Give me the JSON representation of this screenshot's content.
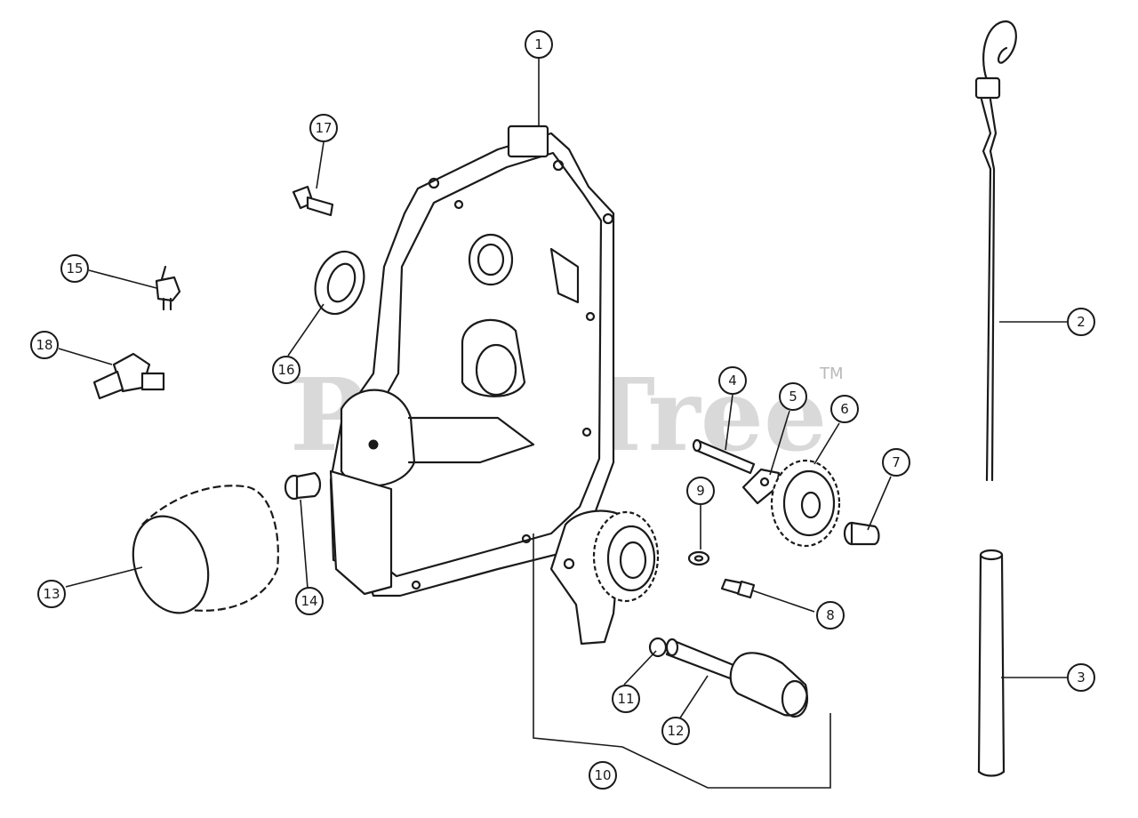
{
  "watermark": {
    "text": "PartsTree",
    "trademark": "TM",
    "color": "#b9b9b9"
  },
  "line_color": "#1a1a1a",
  "callouts": [
    {
      "id": "1",
      "label": "1"
    },
    {
      "id": "2",
      "label": "2"
    },
    {
      "id": "3",
      "label": "3"
    },
    {
      "id": "4",
      "label": "4"
    },
    {
      "id": "5",
      "label": "5"
    },
    {
      "id": "6",
      "label": "6"
    },
    {
      "id": "7",
      "label": "7"
    },
    {
      "id": "8",
      "label": "8"
    },
    {
      "id": "9",
      "label": "9"
    },
    {
      "id": "10",
      "label": "10"
    },
    {
      "id": "11",
      "label": "11"
    },
    {
      "id": "12",
      "label": "12"
    },
    {
      "id": "13",
      "label": "13"
    },
    {
      "id": "14",
      "label": "14"
    },
    {
      "id": "15",
      "label": "15"
    },
    {
      "id": "16",
      "label": "16"
    },
    {
      "id": "17",
      "label": "17"
    },
    {
      "id": "18",
      "label": "18"
    }
  ]
}
